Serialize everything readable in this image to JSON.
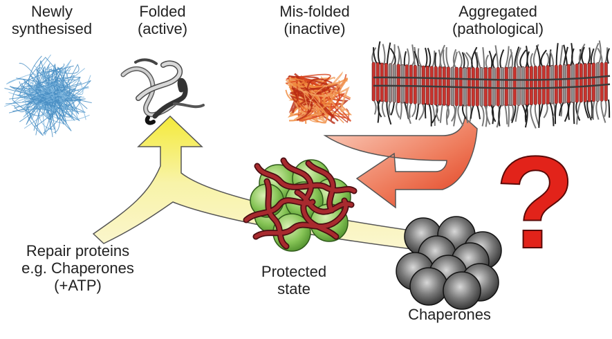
{
  "labels": {
    "newly_synthesised": [
      "Newly",
      "synthesised"
    ],
    "folded": [
      "Folded",
      "(active)"
    ],
    "misfolded": [
      "Mis-folded",
      "(inactive)"
    ],
    "aggregated": [
      "Aggregated",
      "(pathological)"
    ],
    "repair": [
      "Repair proteins",
      "e.g. Chaperones",
      "(+ATP)"
    ],
    "protected": [
      "Protected",
      "state"
    ],
    "chaperones": "Chaperones",
    "question_mark": "?"
  },
  "colors": {
    "unfolded_coil": "#4a8fc4",
    "folded_ribbon": "#9a9a9a",
    "misfolded_ribbon": "#d8441c",
    "fibril_strand": "#c8342e",
    "yellow_arrow": "#f7f090",
    "red_arrow": "#e04a2a",
    "protected_sphere": "#7cc24a",
    "bound_chain": "#8a1e22",
    "chaperone_sphere": "#6a6a6a",
    "question_mark": "#e2231a"
  }
}
